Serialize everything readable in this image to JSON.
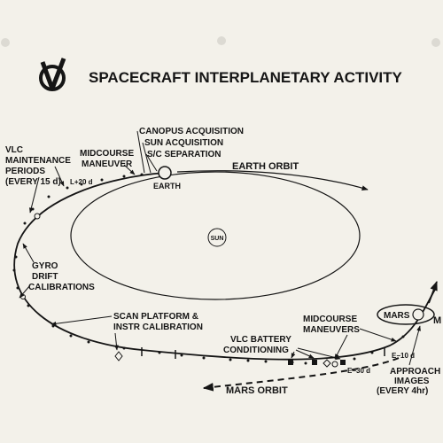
{
  "title": "SPACECRAFT INTERPLANETARY ACTIVITY",
  "logo_text": "V",
  "labels": {
    "vlc_maintenance": [
      "VLC",
      "MAINTENANCE",
      "PERIODS",
      "(EVERY 15 d)"
    ],
    "midcourse_maneuver": [
      "MIDCOURSE",
      "MANEUVER"
    ],
    "canopus": "CANOPUS ACQUISITION",
    "sun_acq": "SUN ACQUISITION",
    "sc_sep": "S/C SEPARATION",
    "launch_plus": "L+20 d",
    "earth": "EARTH",
    "earth_orbit": "EARTH ORBIT",
    "sun": "SUN",
    "gyro": [
      "GYRO",
      "DRIFT",
      "CALIBRATIONS"
    ],
    "scan_platform": [
      "SCAN PLATFORM &",
      "INSTR CALIBRATION"
    ],
    "midcourse_maneuvers": [
      "MIDCOURSE",
      "MANEUVERS"
    ],
    "vlc_battery": [
      "VLC BATTERY",
      "CONDITIONING"
    ],
    "e30": "E−30 d",
    "e10": "E−10 d",
    "mars": "MARS",
    "m": "M",
    "approach": [
      "APPROACH",
      "IMAGES",
      "(EVERY 4hr)"
    ],
    "mars_orbit": "MARS ORBIT"
  },
  "colors": {
    "ink": "#151515",
    "paper": "#f3f1ea"
  }
}
